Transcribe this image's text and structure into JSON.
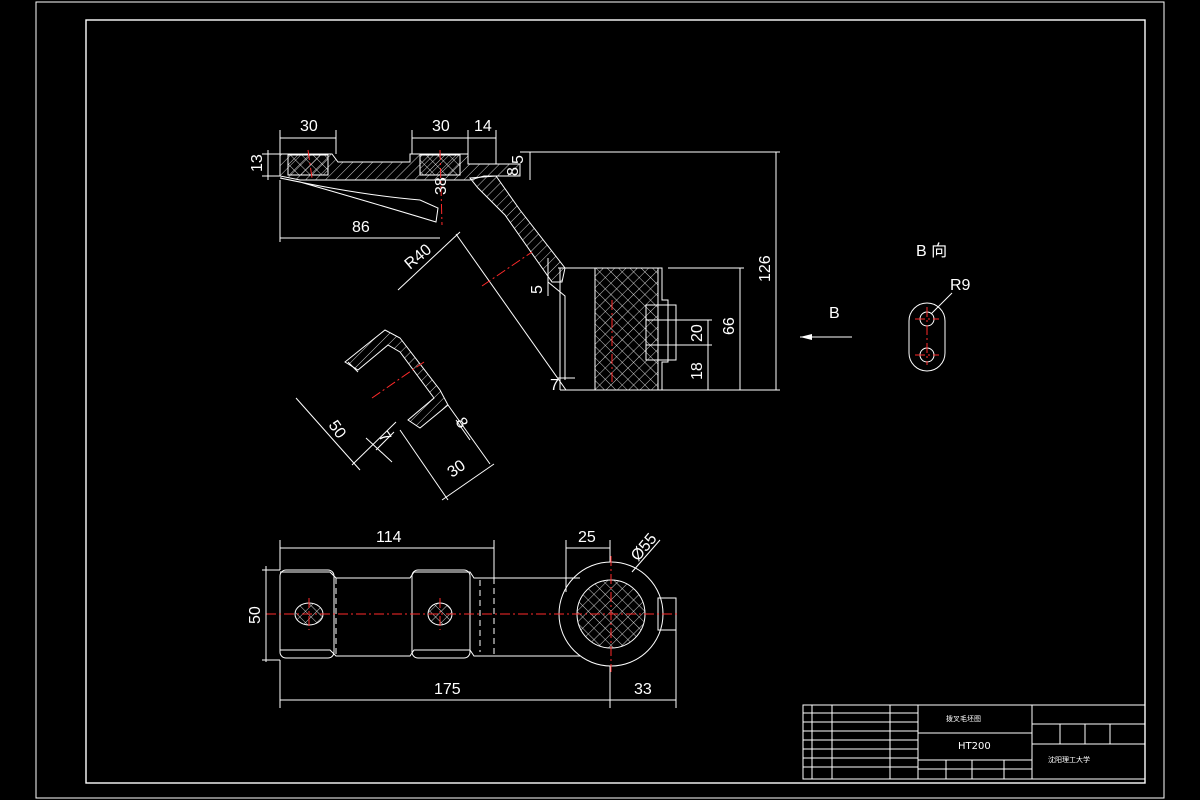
{
  "colors": {
    "background": "#000000",
    "line": "#ffffff",
    "centerline": "#ff2a2a"
  },
  "dims": {
    "d30a": "30",
    "d30b": "30",
    "d14": "14",
    "d13": "13",
    "d5a": "5",
    "d8": "8",
    "d38": "38",
    "d86": "86",
    "r40": "R40",
    "d5b": "5",
    "d126": "126",
    "d66": "66",
    "d20": "20",
    "d18": "18",
    "d7a": "7",
    "d50a": "50",
    "d7b": "7",
    "d8b": "8",
    "d30c": "30",
    "d114": "114",
    "d25": "25",
    "dia55": "Ø55",
    "d50b": "50",
    "d175": "175",
    "d33": "33"
  },
  "views": {
    "arrow_b": "B",
    "view_b": "B 向",
    "r9": "R9"
  },
  "title_block": {
    "part_name": "拨叉毛坯图",
    "material": "HT200",
    "school": "沈阳理工大学"
  }
}
